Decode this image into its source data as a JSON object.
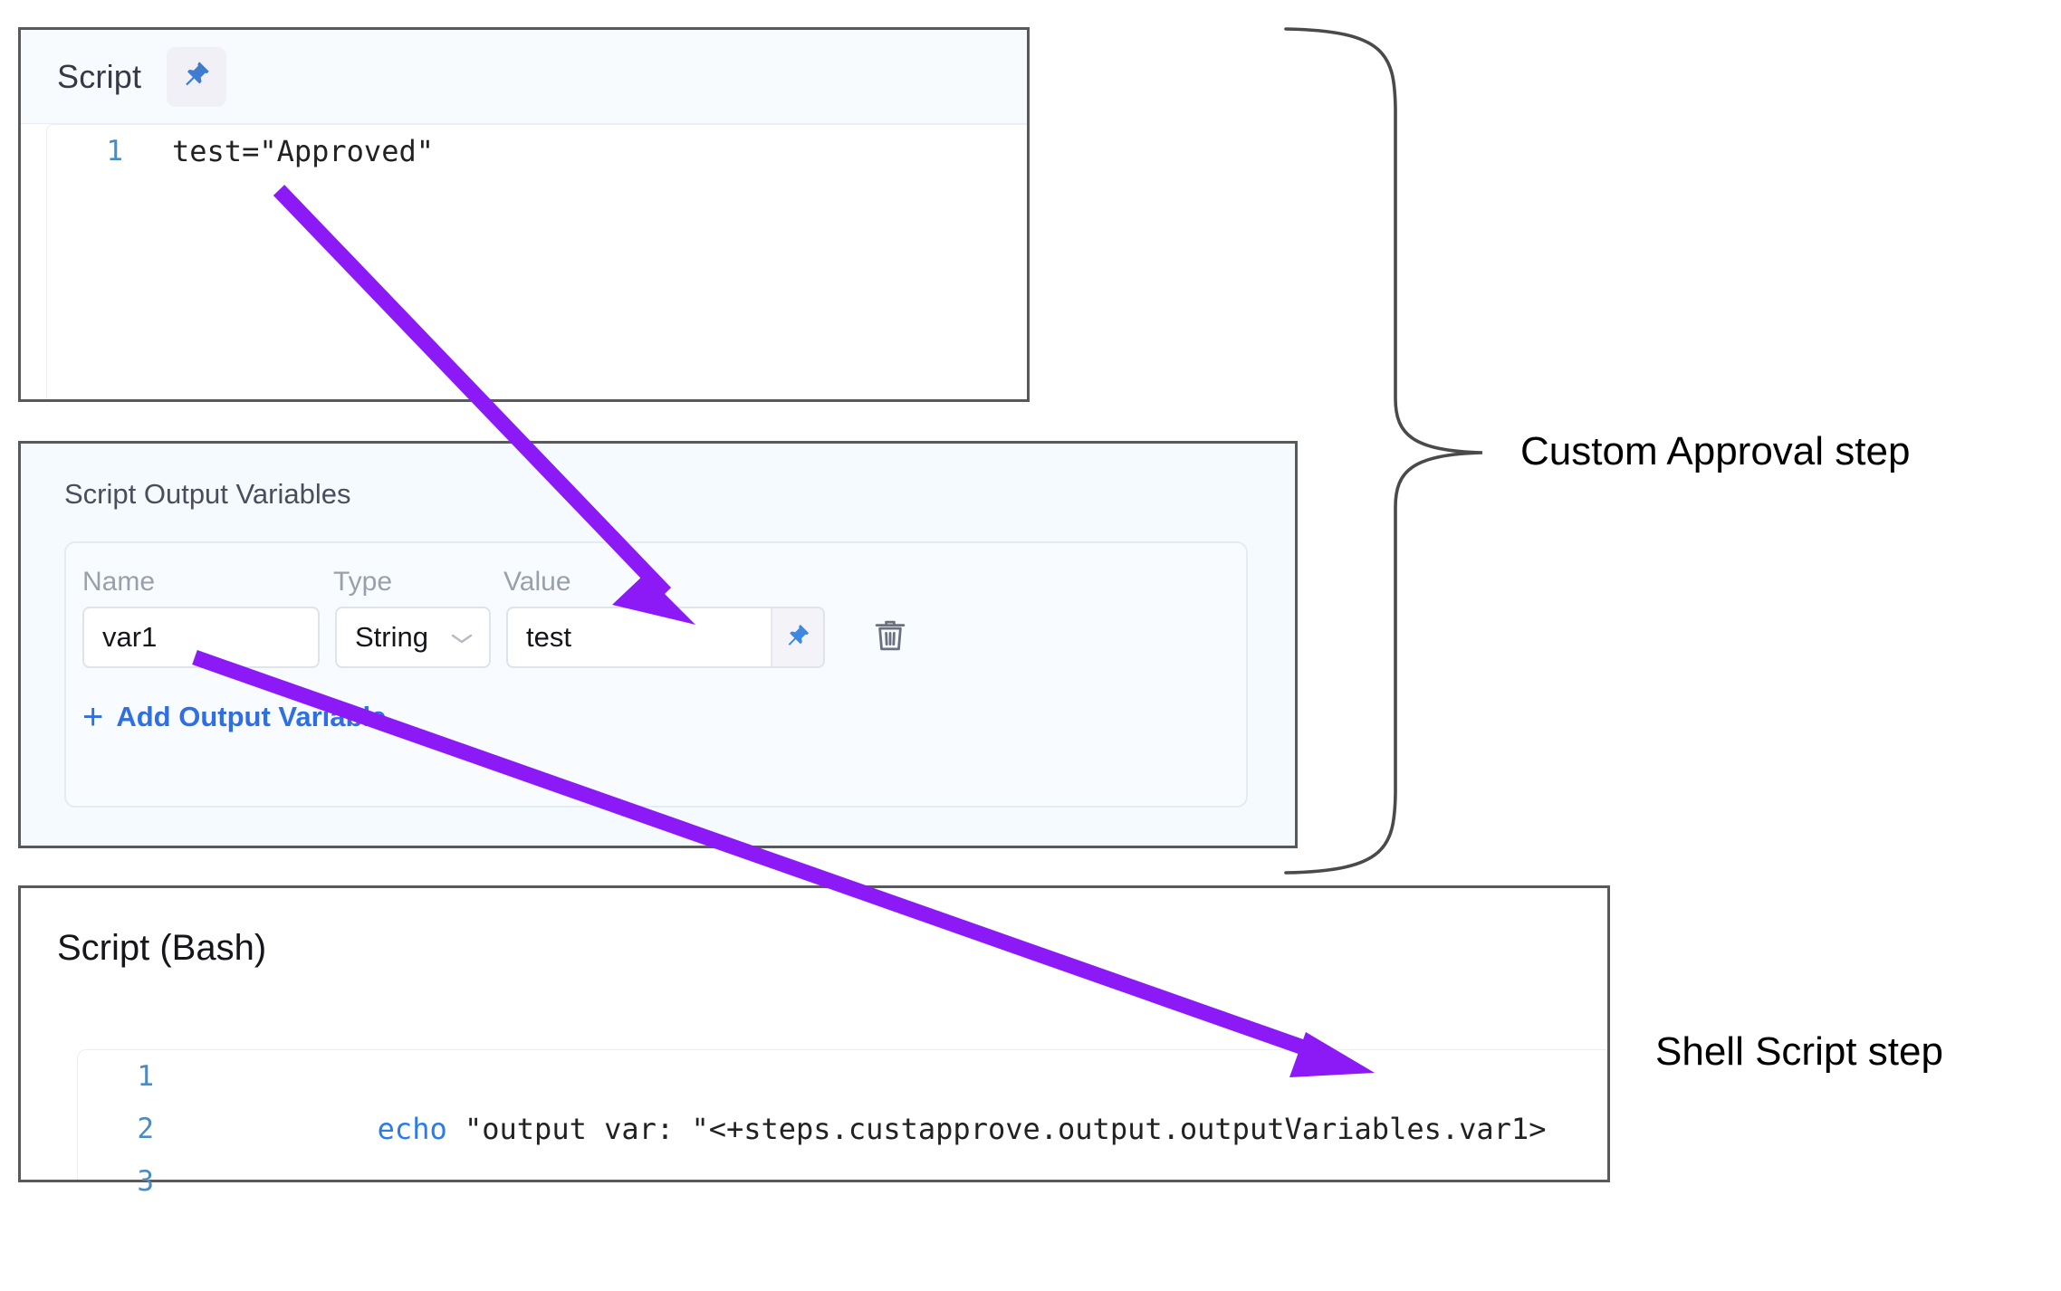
{
  "script_panel": {
    "title": "Script",
    "pin_icon": "pin-icon",
    "code": {
      "lines": [
        {
          "number": "1",
          "text": "test=\"Approved\""
        }
      ]
    }
  },
  "output_variables_panel": {
    "title": "Script Output Variables",
    "columns": {
      "name": "Name",
      "type": "Type",
      "value": "Value"
    },
    "rows": [
      {
        "name": "var1",
        "type": "String",
        "type_chevron": "chevron-down-icon",
        "value": "test",
        "value_pin_icon": "pin-icon",
        "delete_icon": "trash-icon"
      }
    ],
    "add_button": {
      "plus": "+",
      "label": "Add Output Variable"
    }
  },
  "bash_panel": {
    "title": "Script (Bash)",
    "code": {
      "lines": [
        {
          "number": "1",
          "keyword": "echo",
          "text": " \"output var: \"<+steps.custapprove.output.outputVariables.var1>"
        },
        {
          "number": "2",
          "keyword": "",
          "text": ""
        },
        {
          "number": "3",
          "keyword": "",
          "text": ""
        }
      ]
    }
  },
  "annotations": {
    "custom_approval_step": "Custom Approval step",
    "shell_script_step": "Shell Script step",
    "arrow_color": "#8c1af6",
    "brace_color": "#4a4a4a"
  }
}
